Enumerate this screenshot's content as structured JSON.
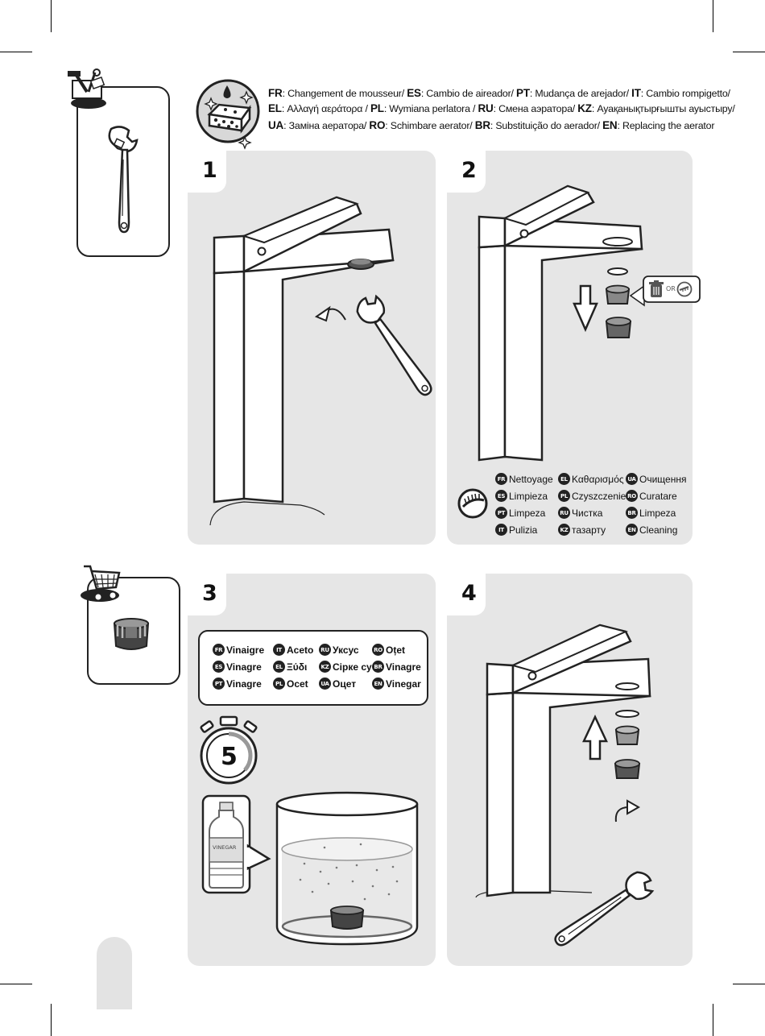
{
  "header": {
    "lines": [
      {
        "segments": [
          {
            "code": "FR",
            "text": ": Changement de mousseur/ "
          },
          {
            "code": "ES",
            "text": ": Cambio de aireador/ "
          },
          {
            "code": "PT",
            "text": ": Mudança de arejador/ "
          },
          {
            "code": "IT",
            "text": ": Cambio rompigetto/"
          }
        ]
      },
      {
        "segments": [
          {
            "code": "EL",
            "text": ": Αλλαγή αεράτορα / "
          },
          {
            "code": "PL",
            "text": ": Wymiana perlatora / "
          },
          {
            "code": "RU",
            "text": ": Смена аэратора/ "
          },
          {
            "code": "KZ",
            "text": ": Ауақанықтырғышты ауыстыру/"
          }
        ]
      },
      {
        "segments": [
          {
            "code": "UA",
            "text": ": Заміна аератора/ "
          },
          {
            "code": "RO",
            "text": ": Schimbare aerator/ "
          },
          {
            "code": "BR",
            "text": ": Substituição do aerador/ "
          },
          {
            "code": "EN",
            "text": ": Replacing the aerator"
          }
        ]
      }
    ]
  },
  "steps": {
    "s1": "1",
    "s2": "2",
    "s3": "3",
    "s4": "4"
  },
  "cleaning": {
    "or_label": "OR",
    "items": [
      {
        "code": "FR",
        "text": "Nettoyage"
      },
      {
        "code": "EL",
        "text": "Καθαρισμός"
      },
      {
        "code": "UA",
        "text": "Очищення"
      },
      {
        "code": "ES",
        "text": "Limpieza"
      },
      {
        "code": "PL",
        "text": "Czyszczenie"
      },
      {
        "code": "RO",
        "text": "Curatare"
      },
      {
        "code": "PT",
        "text": "Limpeza"
      },
      {
        "code": "RU",
        "text": "Чистка"
      },
      {
        "code": "BR",
        "text": "Limpeza"
      },
      {
        "code": "IT",
        "text": "Pulizia"
      },
      {
        "code": "KZ",
        "text": "тазарту"
      },
      {
        "code": "EN",
        "text": "Cleaning"
      }
    ]
  },
  "vinegar": {
    "items": [
      {
        "code": "FR",
        "text": "Vinaigre"
      },
      {
        "code": "IT",
        "text": "Aceto"
      },
      {
        "code": "RU",
        "text": "Уксус"
      },
      {
        "code": "RO",
        "text": "Oțet"
      },
      {
        "code": "ES",
        "text": "Vinagre"
      },
      {
        "code": "EL",
        "text": "Ξύδι"
      },
      {
        "code": "KZ",
        "text": "Сірке су"
      },
      {
        "code": "BR",
        "text": "Vinagre"
      },
      {
        "code": "PT",
        "text": "Vinagre"
      },
      {
        "code": "PL",
        "text": "Ocet"
      },
      {
        "code": "UA",
        "text": "Оцет"
      },
      {
        "code": "EN",
        "text": "Vinegar"
      }
    ],
    "timer_value": "5",
    "bottle_label": "VINEGAR"
  },
  "icons": [
    "toolbox-icon",
    "wrench-icon",
    "cleaning-sponge-icon",
    "shopping-cart-icon",
    "aerator-part-icon",
    "brush-icon",
    "trash-icon",
    "timer-icon",
    "vinegar-bottle-icon"
  ]
}
